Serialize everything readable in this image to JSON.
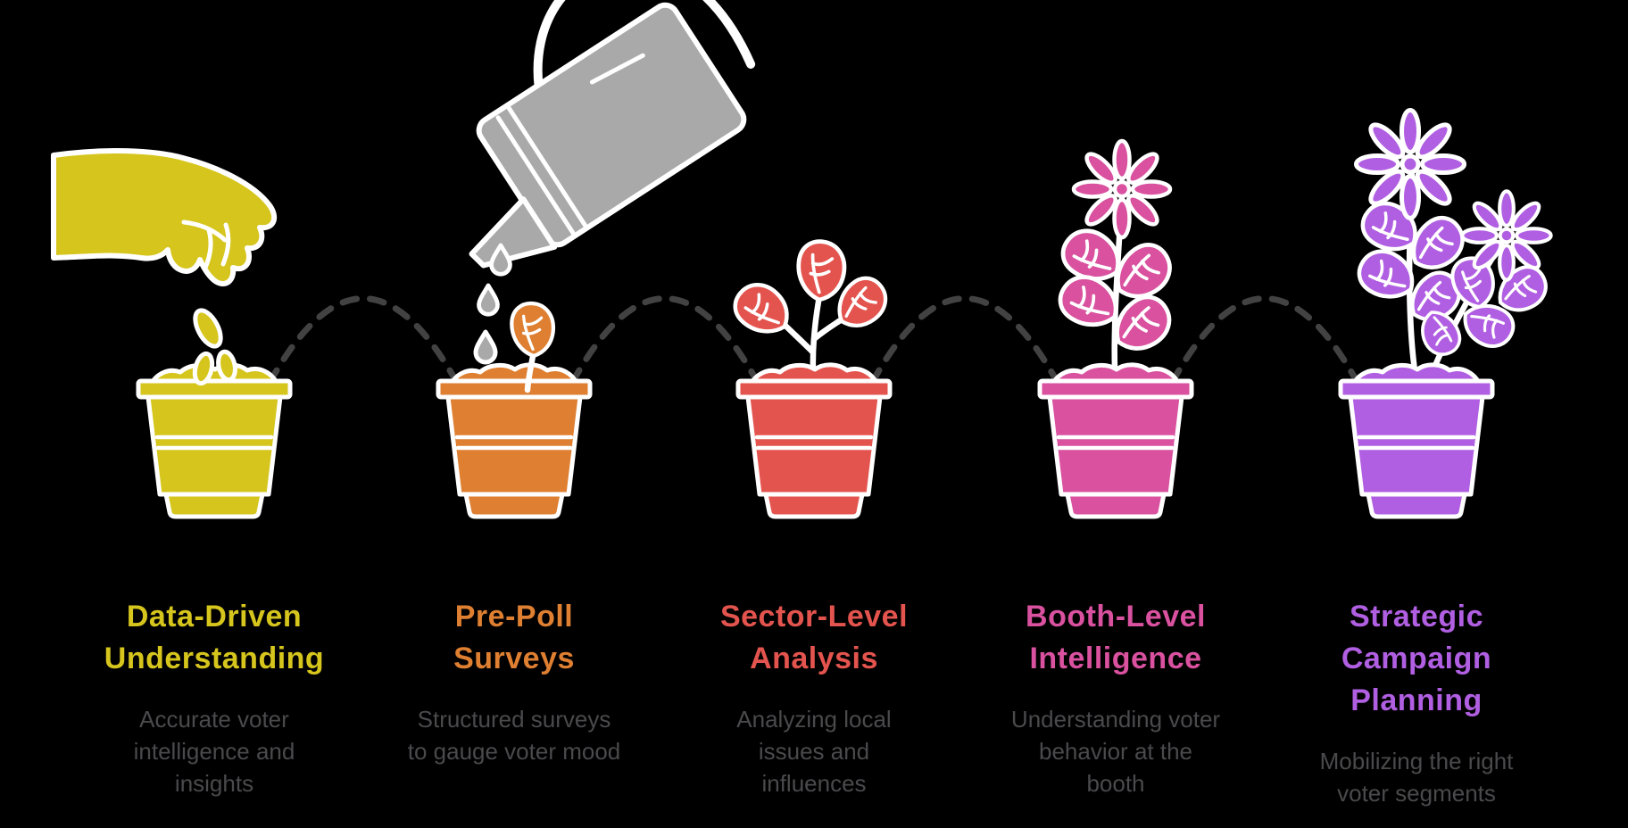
{
  "background_color": "#000000",
  "outline_color": "#ffffff",
  "connector_color": "#424242",
  "watering_can_color": "#a9a9a9",
  "subtitle_color": "#4a4a4d",
  "stages": [
    {
      "name": "data-driven-understanding",
      "color": "#d6c51d",
      "illustration": "hand-planting-seed-in-pot",
      "title_lines": [
        "Data-Driven",
        "Understanding"
      ],
      "subtitle_lines": [
        "Accurate voter",
        "intelligence and",
        "insights"
      ]
    },
    {
      "name": "pre-poll-surveys",
      "color": "#de7f31",
      "illustration": "watering-can-over-sprout-in-pot",
      "title_lines": [
        "Pre-Poll",
        "Surveys"
      ],
      "subtitle_lines": [
        "Structured surveys",
        "to gauge voter mood"
      ]
    },
    {
      "name": "sector-level-analysis",
      "color": "#e4544e",
      "illustration": "seedling-with-leaves-in-pot",
      "title_lines": [
        "Sector-Level",
        "Analysis"
      ],
      "subtitle_lines": [
        "Analyzing local",
        "issues and",
        "influences"
      ]
    },
    {
      "name": "booth-level-intelligence",
      "color": "#d9519f",
      "illustration": "flowering-plant-in-pot",
      "title_lines": [
        "Booth-Level",
        "Intelligence"
      ],
      "subtitle_lines": [
        "Understanding voter",
        "behavior at the",
        "booth"
      ]
    },
    {
      "name": "strategic-campaign-planning",
      "color": "#b15fe2",
      "illustration": "full-bloom-plant-in-pot",
      "title_lines": [
        "Strategic",
        "Campaign",
        "Planning"
      ],
      "subtitle_lines": [
        "Mobilizing the right",
        "voter segments"
      ]
    }
  ]
}
